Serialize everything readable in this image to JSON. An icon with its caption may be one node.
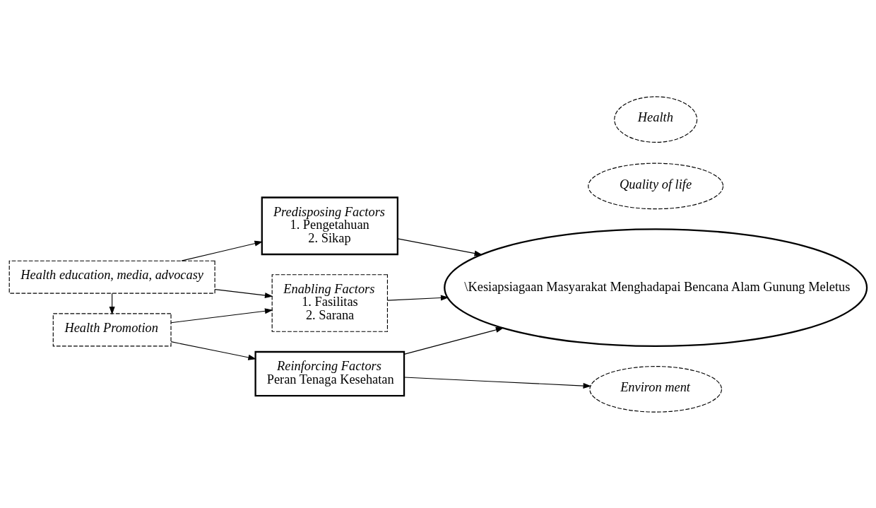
{
  "diagram": {
    "nodes": [
      {
        "text": [
          "Health education, media, advocasy"
        ]
      },
      {
        "text": [
          "Health Promotion"
        ]
      },
      {
        "text": [
          "Predisposing Factors",
          "1. Pengetahuan",
          "2. Sikap"
        ]
      },
      {
        "text": [
          "Enabling Factors",
          "1. Fasilitas",
          "2. Sarana"
        ]
      },
      {
        "text": [
          "Reinforcing Factors",
          "Peran Tenaga Kesehatan"
        ]
      },
      {
        "text": [
          "\\Kesiapsiagaan Masyarakat Menghadapai Bencana Alam Gunung Meletus"
        ]
      },
      {
        "text": [
          "Quality of life"
        ]
      },
      {
        "text": [
          "Health"
        ]
      },
      {
        "text": [
          "Environ ment"
        ]
      }
    ],
    "edges": [
      {
        "from": 0,
        "to": 2,
        "arrow": "to"
      },
      {
        "from": 0,
        "to": 3,
        "arrow": "to"
      },
      {
        "from": 0,
        "to": 1,
        "arrow": "to"
      },
      {
        "from": 1,
        "to": 3,
        "arrow": "to"
      },
      {
        "from": 1,
        "to": 4,
        "arrow": "to"
      },
      {
        "from": 2,
        "to": 5,
        "arrow": "to"
      },
      {
        "from": 3,
        "to": 5,
        "arrow": "to"
      },
      {
        "from": 4,
        "to": 5,
        "arrow": "to"
      },
      {
        "from": 4,
        "to": 8,
        "arrow": "to"
      }
    ]
  }
}
